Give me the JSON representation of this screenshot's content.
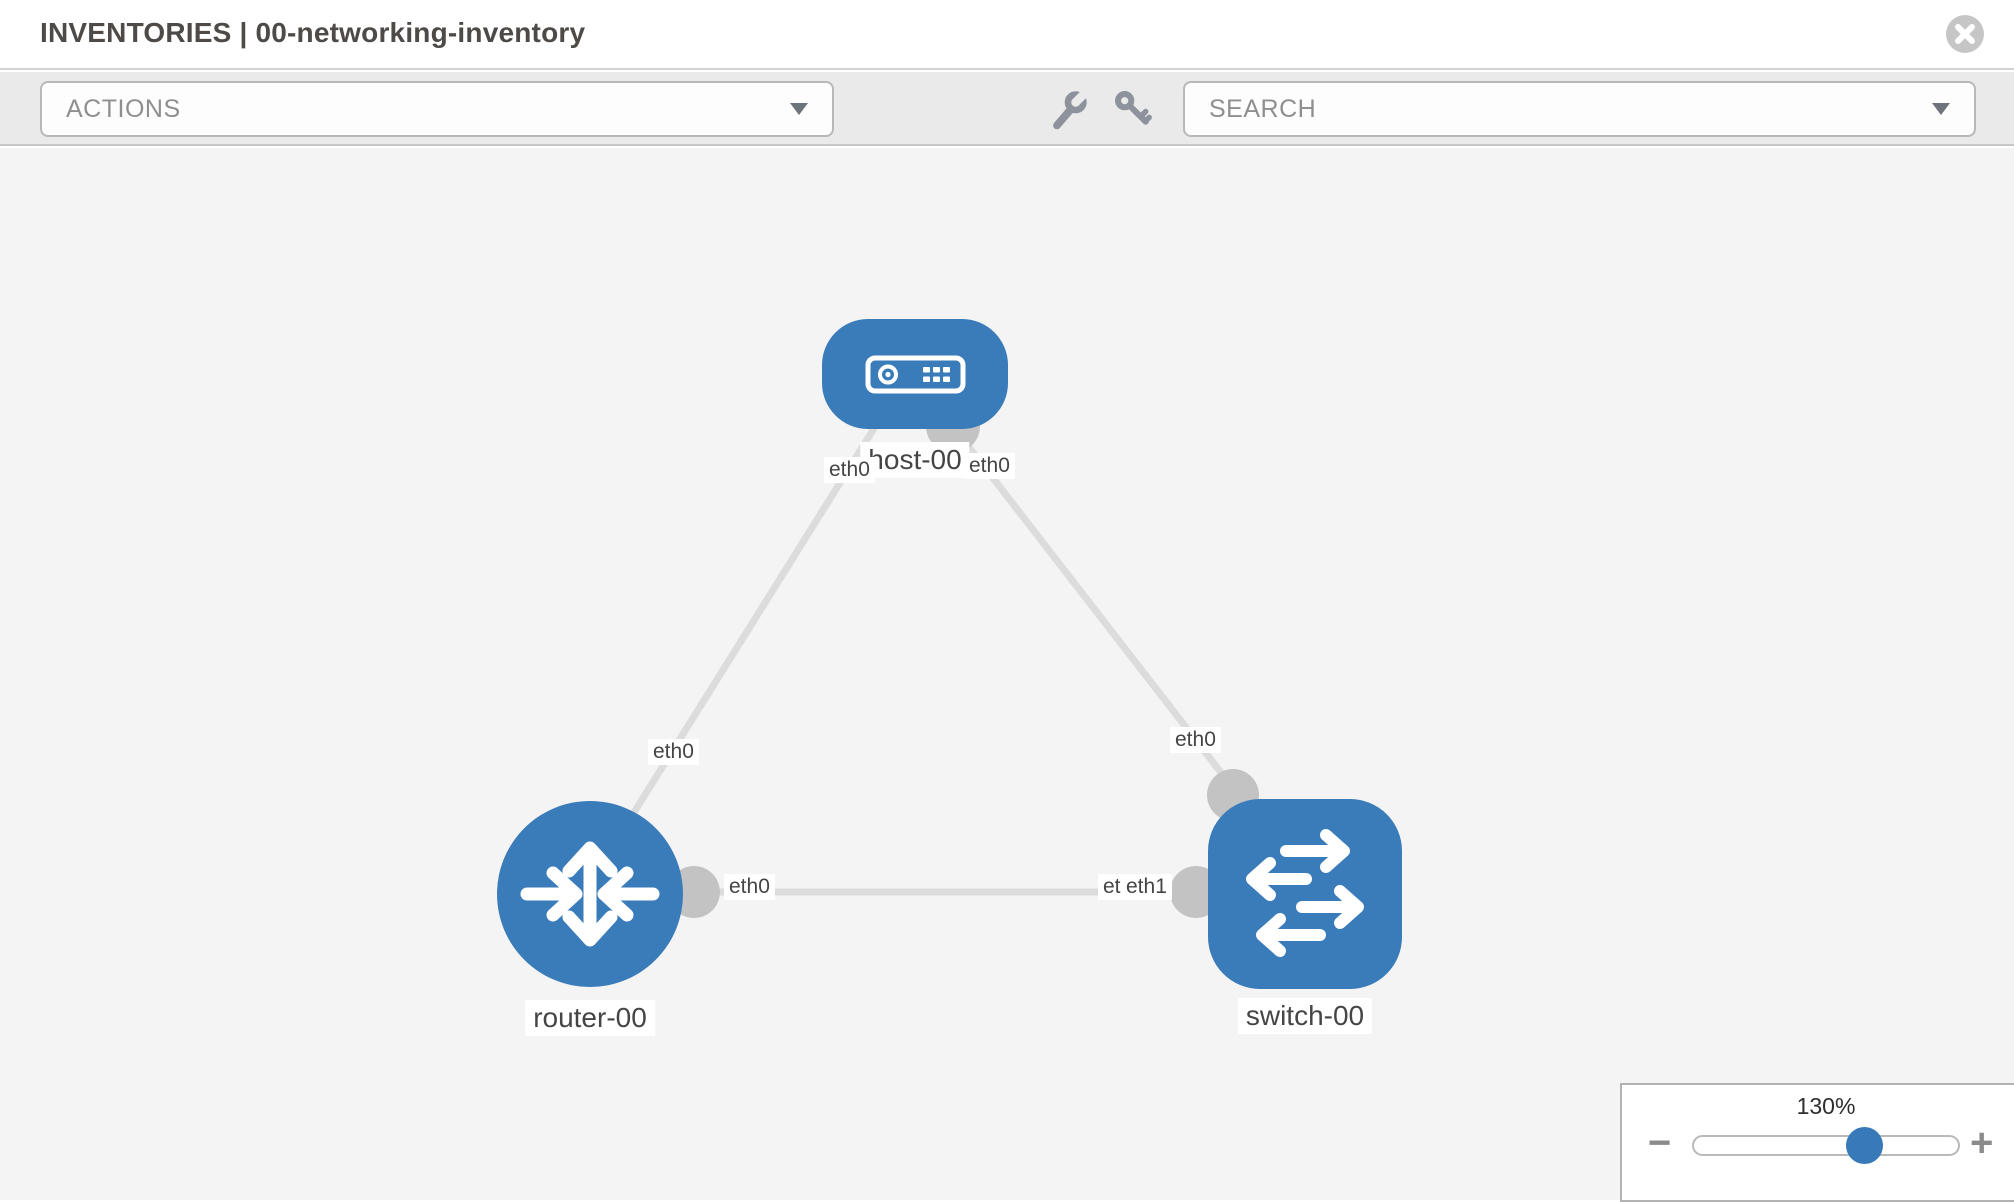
{
  "window": {
    "title": "INVENTORIES | 00-networking-inventory"
  },
  "toolbar": {
    "actions": {
      "label": "ACTIONS"
    },
    "search": {
      "label": "SEARCH"
    },
    "icons": [
      {
        "name": "wrench-icon"
      },
      {
        "name": "key-icon"
      }
    ]
  },
  "topology": {
    "nodes": [
      {
        "id": "host-00",
        "type": "host",
        "label": "host-00"
      },
      {
        "id": "router-00",
        "type": "router",
        "label": "router-00"
      },
      {
        "id": "switch-00",
        "type": "switch",
        "label": "switch-00"
      }
    ],
    "links": [
      {
        "source": "host-00",
        "source_interface": "eth0",
        "target": "router-00",
        "target_interface": "eth0"
      },
      {
        "source": "host-00",
        "source_interface": "eth0",
        "target": "switch-00",
        "target_interface": "eth0"
      },
      {
        "source": "router-00",
        "source_interface": "eth0",
        "target": "switch-00",
        "target_interface": "eth1"
      }
    ],
    "interface_chips": [
      {
        "text": "eth0",
        "position": "host-left"
      },
      {
        "text": "eth0",
        "position": "host-right"
      },
      {
        "text": "eth0",
        "position": "router-top"
      },
      {
        "text": "eth0",
        "position": "switch-top"
      },
      {
        "text": "eth0",
        "position": "router-right"
      },
      {
        "text": "eth0",
        "position": "switch-left-under"
      },
      {
        "text": "eth1",
        "position": "switch-left-over"
      }
    ]
  },
  "zoom_control": {
    "level": "130%",
    "value_percent": 130,
    "minus": "−",
    "plus": "+"
  },
  "colors": {
    "node_blue": "#3a7cba",
    "link_gray": "#dcdcdc",
    "connector_gray": "#c3c3c3",
    "canvas_bg": "#f4f4f4",
    "toolbar_bg": "#eaeaea"
  }
}
